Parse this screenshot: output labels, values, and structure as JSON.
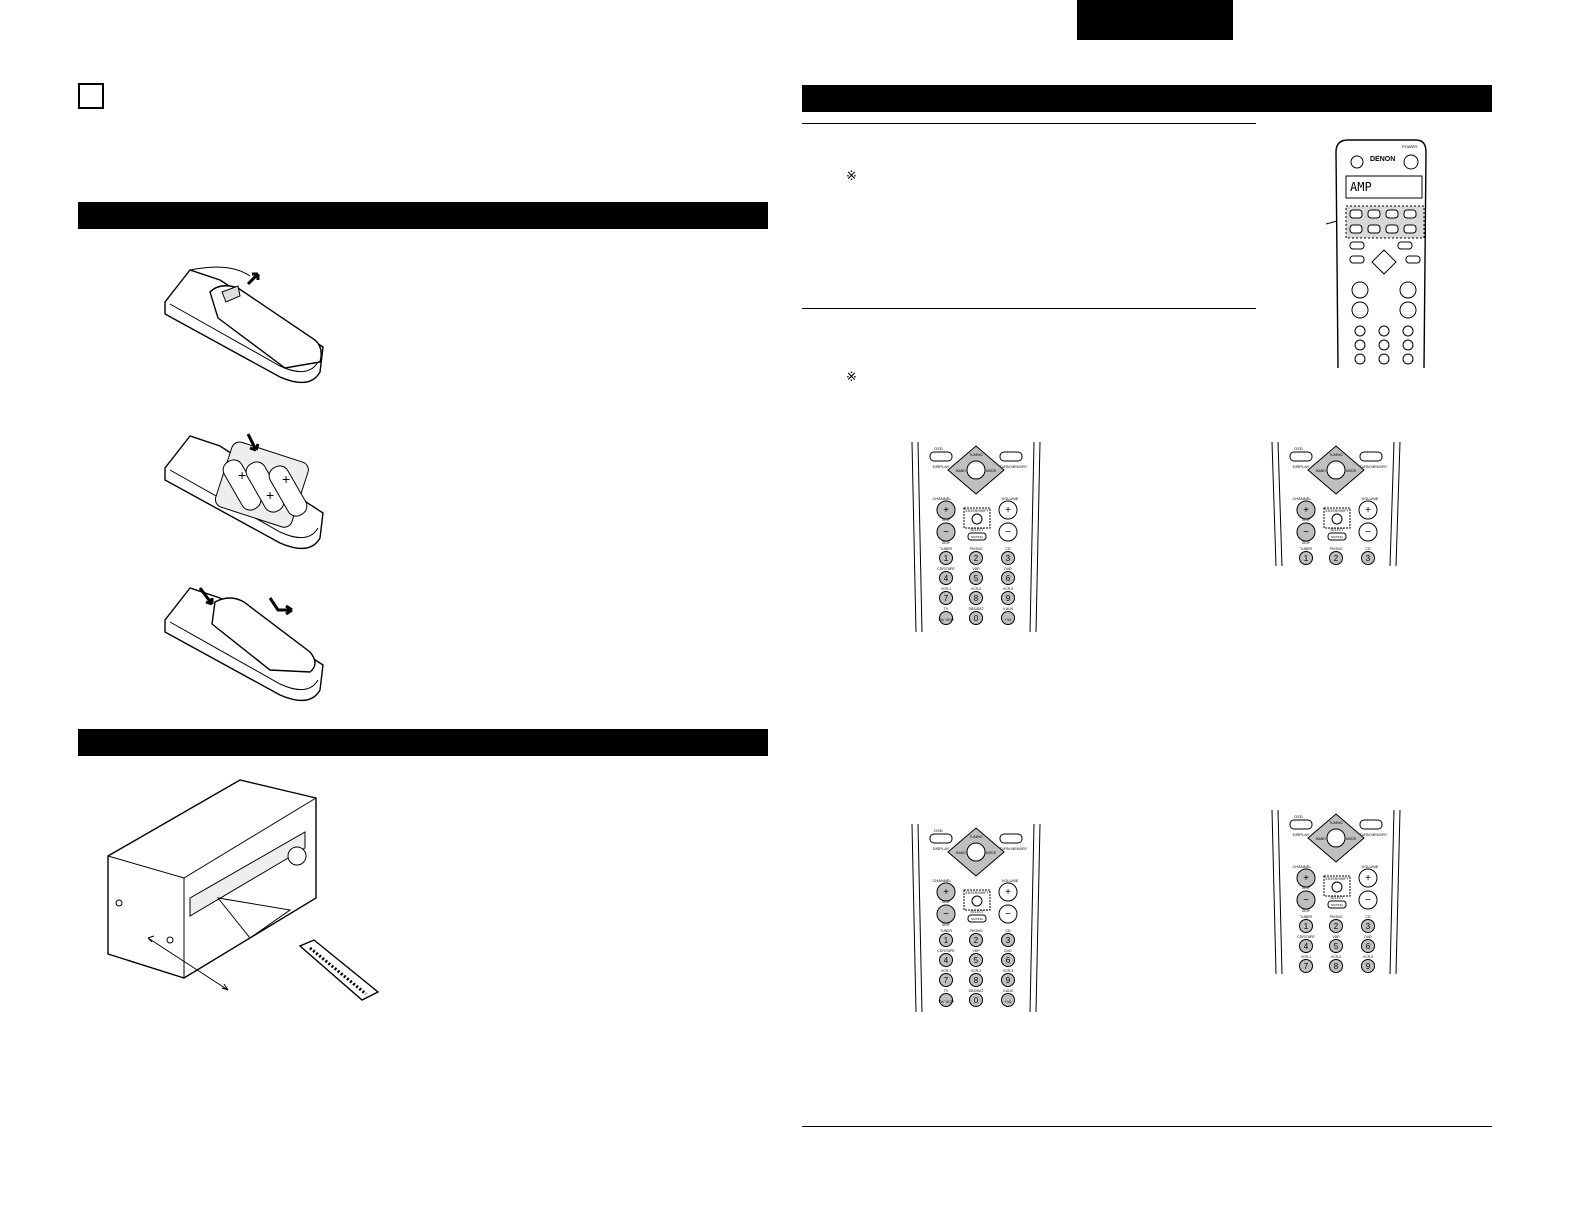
{
  "header": {
    "language_tab": ""
  },
  "left": {
    "checkbox": "",
    "section_battery": {
      "title": ""
    },
    "section_range": {
      "title": ""
    }
  },
  "right": {
    "section_operating": {
      "title": ""
    },
    "reference_marks": [
      "※",
      "※"
    ]
  },
  "remote_overview": {
    "brand": "DENON",
    "power_label": "POWER",
    "display_text": "AMP"
  },
  "remote_keypad": {
    "osd_label": "OSD",
    "display_label": "DISPLAY",
    "return_label": "RETURN/ MEMORY",
    "channel_label": "CHANNEL",
    "volume_label": "VOLUME",
    "skip_label": "SKIP",
    "muting_label": "MUTING",
    "enter_label": "ENTER/SHIFT",
    "select_label": "SELECT",
    "band_label": "BAND",
    "mode_label": "MODE",
    "tuning_label": "TUNING",
    "rows": [
      {
        "labels": [
          "TUNER",
          "PHONO",
          "CD"
        ],
        "keys": [
          "1",
          "2",
          "3"
        ]
      },
      {
        "labels": [
          "CDR/TAPE",
          "VDP",
          "DVD"
        ],
        "keys": [
          "4",
          "5",
          "6"
        ]
      },
      {
        "labels": [
          "VCR-1",
          "VCR-2",
          "VCR-3"
        ],
        "keys": [
          "7",
          "8",
          "9"
        ]
      },
      {
        "labels": [
          "TV",
          "DBS/SAT",
          "V.AUX"
        ],
        "keys": [
          "TV/ VCR",
          "0",
          "+10"
        ]
      }
    ]
  },
  "colors": {
    "bar": "#000000",
    "remote_gray": "#bfbfbf",
    "line": "#000000"
  }
}
